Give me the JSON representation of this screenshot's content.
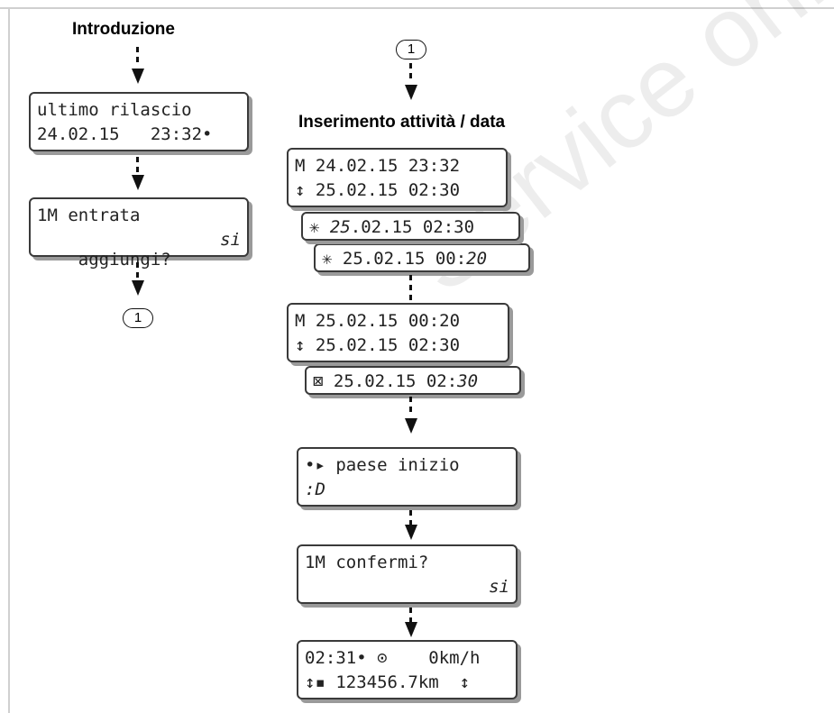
{
  "watermark": "Service only",
  "left": {
    "heading": "Introduzione",
    "screen1": {
      "line1": "ultimo rilascio",
      "line2": "24.02.15   23:32•"
    },
    "screen2": {
      "line1": "1M entrata",
      "line2": "aggiungi?",
      "line2_right": "si"
    },
    "ref": "1"
  },
  "right": {
    "ref": "1",
    "heading": "Inserimento attività / data",
    "group1": {
      "a": {
        "line1": "M 24.02.15 23:32",
        "line2": "↕ 25.02.15 02:30"
      },
      "b": {
        "icon": "✳",
        "date_italic": "25",
        "rest": ".02.15 02:30"
      },
      "c": {
        "icon": "✳",
        "text": " 25.02.15 00:",
        "time_italic": "20"
      }
    },
    "group2": {
      "a": {
        "line1": "M 25.02.15 00:20",
        "line2": "↕ 25.02.15 02:30"
      },
      "b": {
        "icon": "⊠",
        "text": " 25.02.15 02:",
        "time_italic": "30"
      }
    },
    "country": {
      "line1": "•▸ paese inizio",
      "line2": ":D"
    },
    "confirm": {
      "line1": "1M confermi?",
      "line2_right": "si"
    },
    "standard": {
      "line1": "02:31• ⊙    0km/h",
      "line2": "↕▪ 123456.7km  ↕"
    }
  },
  "colors": {
    "lcd_border": "#3a3a3a",
    "lcd_shadow": "#9a9a9a",
    "frame": "#d0d0d0"
  }
}
